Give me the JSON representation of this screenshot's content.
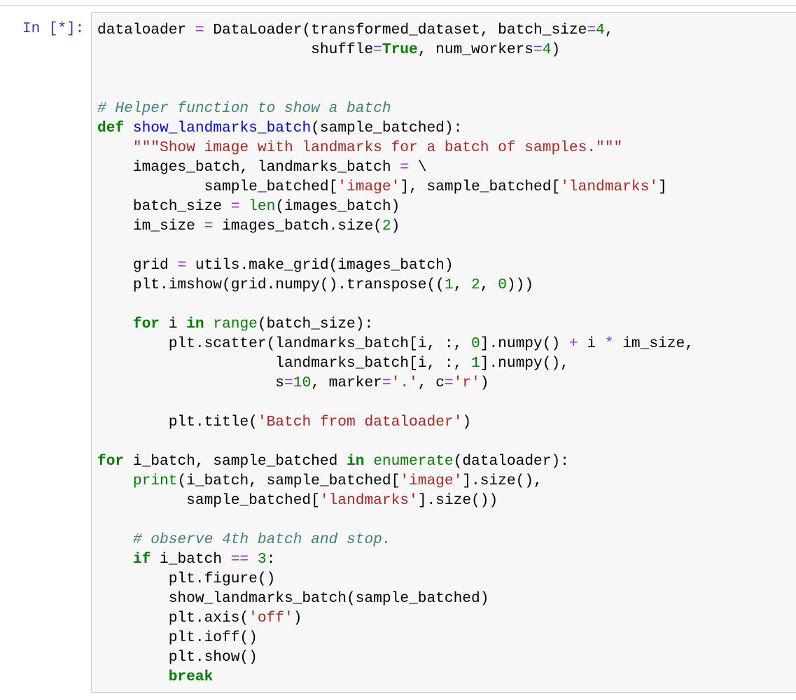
{
  "prompt": "In [*]:",
  "colors": {
    "operator": "#aa22ff",
    "keyword": "#008000",
    "string": "#ba2121",
    "comment": "#408080",
    "function_name": "#0000ff",
    "prompt": "#303f9f"
  },
  "code_lines": [
    [
      [
        "n",
        "dataloader "
      ],
      [
        "o",
        "="
      ],
      [
        "n",
        " DataLoader(transformed_dataset, batch_size"
      ],
      [
        "o",
        "="
      ],
      [
        "m",
        "4"
      ],
      [
        "n",
        ","
      ]
    ],
    [
      [
        "n",
        "                        shuffle"
      ],
      [
        "o",
        "="
      ],
      [
        "k",
        "True"
      ],
      [
        "n",
        ", num_workers"
      ],
      [
        "o",
        "="
      ],
      [
        "m",
        "4"
      ],
      [
        "n",
        ")"
      ]
    ],
    [],
    [],
    [
      [
        "c",
        "# Helper function to show a batch"
      ]
    ],
    [
      [
        "k",
        "def"
      ],
      [
        "n",
        " "
      ],
      [
        "f",
        "show_landmarks_batch"
      ],
      [
        "n",
        "(sample_batched):"
      ]
    ],
    [
      [
        "n",
        "    "
      ],
      [
        "s",
        "\"\"\"Show image with landmarks for a batch of samples.\"\"\""
      ]
    ],
    [
      [
        "n",
        "    images_batch, landmarks_batch "
      ],
      [
        "o",
        "="
      ],
      [
        "n",
        " \\"
      ]
    ],
    [
      [
        "n",
        "            sample_batched["
      ],
      [
        "s",
        "'image'"
      ],
      [
        "n",
        "], sample_batched["
      ],
      [
        "s",
        "'landmarks'"
      ],
      [
        "n",
        "]"
      ]
    ],
    [
      [
        "n",
        "    batch_size "
      ],
      [
        "o",
        "="
      ],
      [
        "n",
        " "
      ],
      [
        "b",
        "len"
      ],
      [
        "n",
        "(images_batch)"
      ]
    ],
    [
      [
        "n",
        "    im_size "
      ],
      [
        "o",
        "="
      ],
      [
        "n",
        " images_batch.size("
      ],
      [
        "m",
        "2"
      ],
      [
        "n",
        ")"
      ]
    ],
    [],
    [
      [
        "n",
        "    grid "
      ],
      [
        "o",
        "="
      ],
      [
        "n",
        " utils.make_grid(images_batch)"
      ]
    ],
    [
      [
        "n",
        "    plt.imshow(grid.numpy().transpose(("
      ],
      [
        "m",
        "1"
      ],
      [
        "n",
        ", "
      ],
      [
        "m",
        "2"
      ],
      [
        "n",
        ", "
      ],
      [
        "m",
        "0"
      ],
      [
        "n",
        ")))"
      ]
    ],
    [],
    [
      [
        "n",
        "    "
      ],
      [
        "k",
        "for"
      ],
      [
        "n",
        " i "
      ],
      [
        "k",
        "in"
      ],
      [
        "n",
        " "
      ],
      [
        "b",
        "range"
      ],
      [
        "n",
        "(batch_size):"
      ]
    ],
    [
      [
        "n",
        "        plt.scatter(landmarks_batch[i, :, "
      ],
      [
        "m",
        "0"
      ],
      [
        "n",
        "].numpy() "
      ],
      [
        "o",
        "+"
      ],
      [
        "n",
        " i "
      ],
      [
        "o",
        "*"
      ],
      [
        "n",
        " im_size,"
      ]
    ],
    [
      [
        "n",
        "                    landmarks_batch[i, :, "
      ],
      [
        "m",
        "1"
      ],
      [
        "n",
        "].numpy(),"
      ]
    ],
    [
      [
        "n",
        "                    s"
      ],
      [
        "o",
        "="
      ],
      [
        "m",
        "10"
      ],
      [
        "n",
        ", marker"
      ],
      [
        "o",
        "="
      ],
      [
        "s",
        "'.'"
      ],
      [
        "n",
        ", c"
      ],
      [
        "o",
        "="
      ],
      [
        "s",
        "'r'"
      ],
      [
        "n",
        ")"
      ]
    ],
    [],
    [
      [
        "n",
        "        plt.title("
      ],
      [
        "s",
        "'Batch from dataloader'"
      ],
      [
        "n",
        ")"
      ]
    ],
    [],
    [
      [
        "k",
        "for"
      ],
      [
        "n",
        " i_batch, sample_batched "
      ],
      [
        "k",
        "in"
      ],
      [
        "n",
        " "
      ],
      [
        "b",
        "enumerate"
      ],
      [
        "n",
        "(dataloader):"
      ]
    ],
    [
      [
        "n",
        "    "
      ],
      [
        "b",
        "print"
      ],
      [
        "n",
        "(i_batch, sample_batched["
      ],
      [
        "s",
        "'image'"
      ],
      [
        "n",
        "].size(),"
      ]
    ],
    [
      [
        "n",
        "          sample_batched["
      ],
      [
        "s",
        "'landmarks'"
      ],
      [
        "n",
        "].size())"
      ]
    ],
    [],
    [
      [
        "n",
        "    "
      ],
      [
        "c",
        "# observe 4th batch and stop."
      ]
    ],
    [
      [
        "n",
        "    "
      ],
      [
        "k",
        "if"
      ],
      [
        "n",
        " i_batch "
      ],
      [
        "o",
        "=="
      ],
      [
        "n",
        " "
      ],
      [
        "m",
        "3"
      ],
      [
        "n",
        ":"
      ]
    ],
    [
      [
        "n",
        "        plt.figure()"
      ]
    ],
    [
      [
        "n",
        "        show_landmarks_batch(sample_batched)"
      ]
    ],
    [
      [
        "n",
        "        plt.axis("
      ],
      [
        "s",
        "'off'"
      ],
      [
        "n",
        ")"
      ]
    ],
    [
      [
        "n",
        "        plt.ioff()"
      ]
    ],
    [
      [
        "n",
        "        plt.show()"
      ]
    ],
    [
      [
        "n",
        "        "
      ],
      [
        "k",
        "break"
      ]
    ]
  ]
}
